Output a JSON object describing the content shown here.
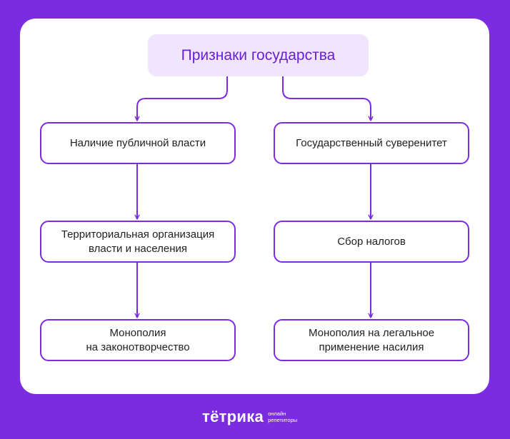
{
  "title": "Признаки государства",
  "left_column": [
    "Наличие публичной власти",
    "Территориальная организация\nвласти и населения",
    "Монополия\nна законотворчество"
  ],
  "right_column": [
    "Государственный суверенитет",
    "Сбор налогов",
    "Монополия на легальное\nприменение насилия"
  ],
  "logo": {
    "word": "тётрика",
    "tagline": "онлайн\nрепетиторы"
  },
  "colors": {
    "background": "#7B2BE0",
    "accent": "#7B2BE0",
    "title_fill": "#EFE5FD",
    "title_text": "#6B1FD8"
  }
}
